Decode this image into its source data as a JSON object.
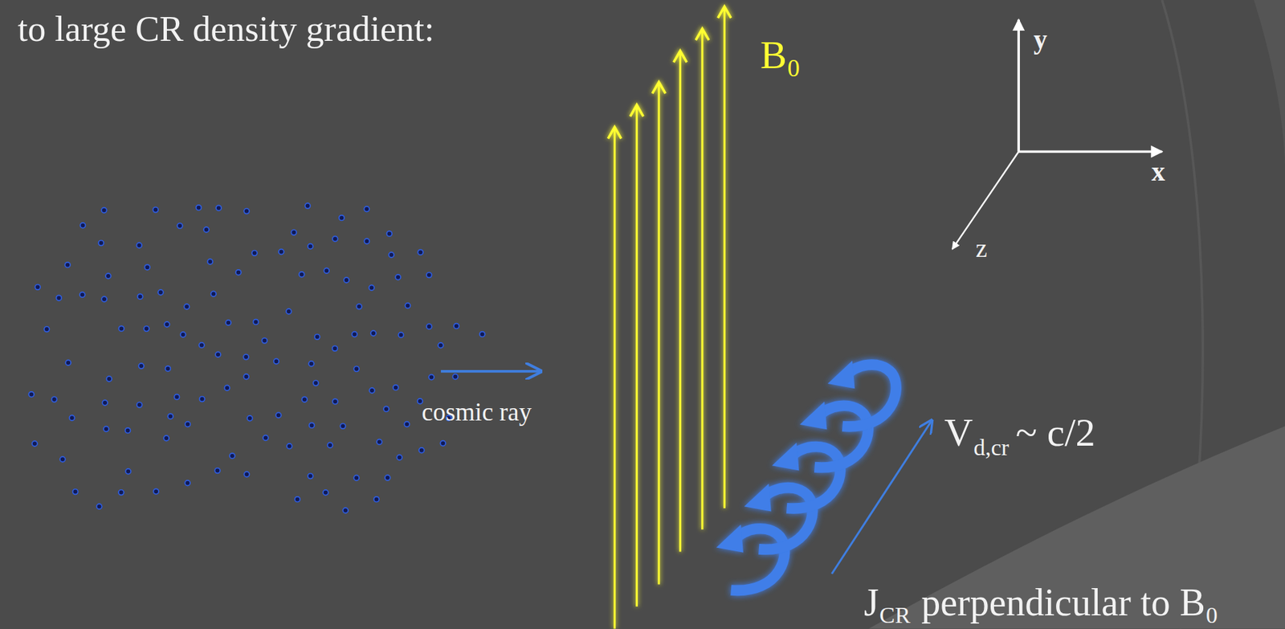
{
  "diagram": {
    "title": "to large CR density gradient:",
    "labels": [
      "B",
      "0",
      "y",
      "x",
      "z",
      "cosmic ray",
      "V",
      "d,cr",
      "~ c/2",
      "J",
      "CR",
      "perpendicular to B",
      "0"
    ]
  }
}
